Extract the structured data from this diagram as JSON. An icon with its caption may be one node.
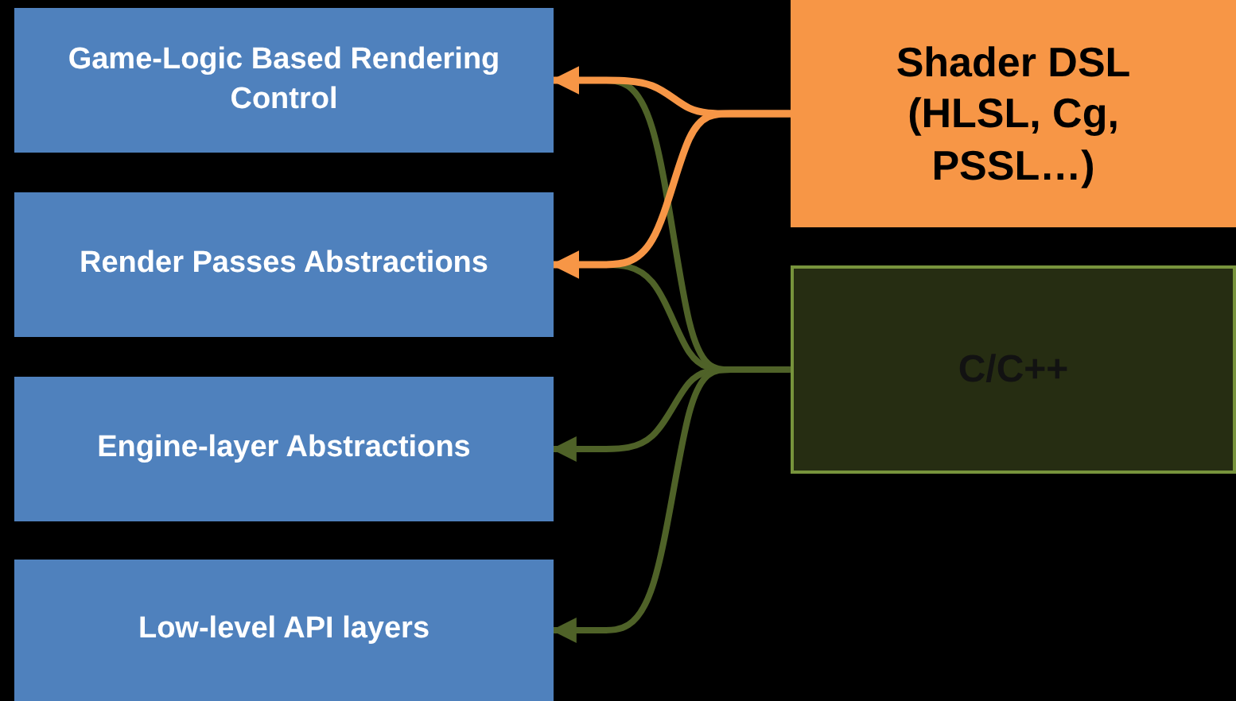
{
  "diagram": {
    "nodes": [
      {
        "text": [
          "Game-Logic Based Rendering Control"
        ]
      },
      {
        "text": [
          "Render Passes Abstractions"
        ]
      },
      {
        "text": [
          "Engine-layer Abstractions"
        ]
      },
      {
        "text": [
          "Low-level API layers"
        ]
      },
      {
        "text": [
          "Shader DSL (HLSL, Cg, PSSL…)"
        ]
      },
      {
        "text": [
          "C/C++"
        ]
      }
    ],
    "edges": [
      {
        "from": 5,
        "to": 0,
        "arrow": "none"
      },
      {
        "from": 5,
        "to": 1,
        "arrow": "none"
      },
      {
        "from": 5,
        "to": 2,
        "arrow": "to"
      },
      {
        "from": 5,
        "to": 3,
        "arrow": "to"
      },
      {
        "from": 4,
        "to": 0,
        "arrow": "to",
        "color": "#f79646"
      },
      {
        "from": 4,
        "to": 1,
        "arrow": "to",
        "color": "#f79646"
      }
    ]
  }
}
